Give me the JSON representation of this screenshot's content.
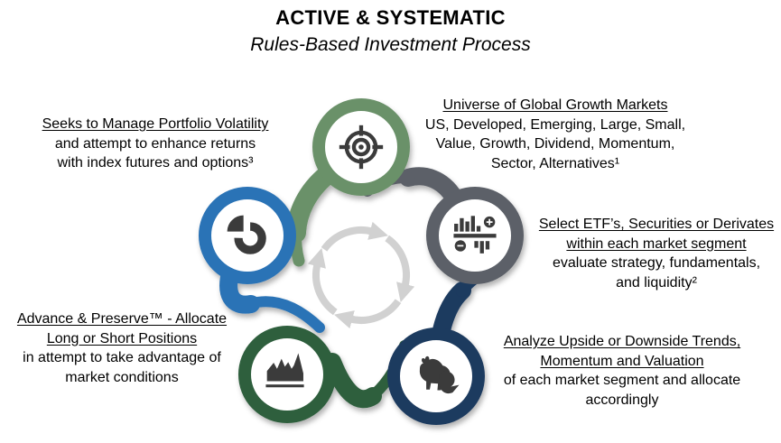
{
  "title": {
    "main": "ACTIVE & SYSTEMATIC",
    "subtitle": "Rules-Based Investment Process"
  },
  "colors": {
    "icon": "#3B3B3B",
    "cycle_arrows": "#D1D1D1",
    "sage_green": "#6B9169",
    "gray": "#5B6068",
    "navy": "#1E3A5F",
    "forest_green": "#2F5F3E",
    "blue": "#2B73B6"
  },
  "center": {
    "icon": "cycle-arrows-icon",
    "color": "#D1D1D1"
  },
  "steps": [
    {
      "name": "universe-of-global-growth-markets",
      "icon": "target-icon",
      "ring_color": "#6B9169",
      "lines": [
        "Universe of Global Growth Markets",
        "US, Developed, Emerging, Large, Small,",
        "Value, Growth, Dividend, Momentum,",
        "Sector, Alternatives¹"
      ]
    },
    {
      "name": "select-etfs-securities-or-derivates",
      "icon": "bar-chart-plus-minus-icon",
      "ring_color": "#5B6068",
      "lines": [
        "Select ETF’s, Securities or Derivates",
        "within each market segment",
        "evaluate strategy, fundamentals,",
        "and liquidity²"
      ]
    },
    {
      "name": "analyze-upside-or-downside-trends",
      "icon": "bull-bear-icon",
      "ring_color": "#1E3A5F",
      "lines": [
        "Analyze Upside or Downside Trends,",
        "Momentum and Valuation",
        "of each market segment and allocate",
        "accordingly"
      ]
    },
    {
      "name": "advance-and-preserve-allocate",
      "icon": "area-chart-icon",
      "ring_color": "#2F5F3E",
      "lines": [
        "Advance & Preserve™ - Allocate",
        "Long or Short Positions",
        "in attempt to take advantage of",
        "market conditions"
      ]
    },
    {
      "name": "seeks-to-manage-portfolio-volatility",
      "icon": "pie-chart-icon",
      "ring_color": "#2B73B6",
      "lines": [
        "Seeks to Manage Portfolio Volatility",
        "and attempt to enhance returns",
        "with index futures and options³"
      ]
    }
  ]
}
